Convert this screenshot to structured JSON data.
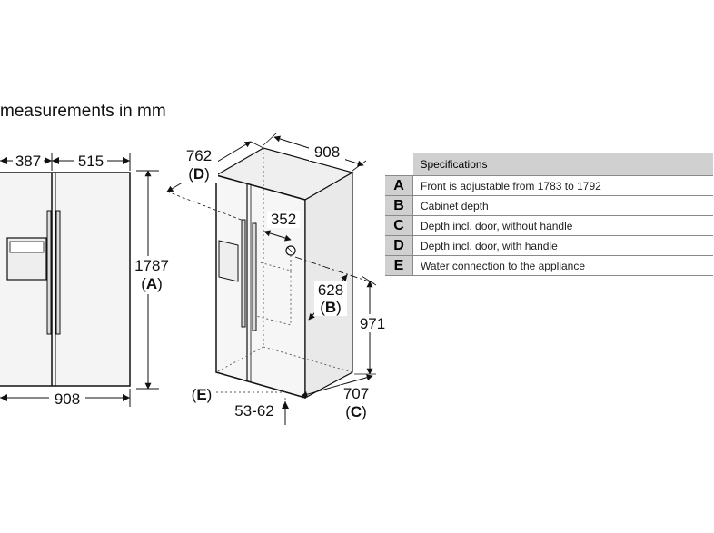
{
  "heading": "measurements in mm",
  "front_view": {
    "left_width": "387",
    "right_width": "515",
    "total_width": "908",
    "height": "1787",
    "height_ref": "(A)",
    "height_ref_open": "(",
    "height_ref_letter": "A",
    "height_ref_close": ")"
  },
  "iso_view": {
    "width": "908",
    "depth_with_handle": "762",
    "depth_with_handle_ref_open": "(",
    "depth_with_handle_ref_letter": "D",
    "depth_with_handle_ref_close": ")",
    "water_offset": "352",
    "cabinet_depth": "628",
    "cabinet_depth_ref_open": "(",
    "cabinet_depth_ref_letter": "B",
    "cabinet_depth_ref_close": ")",
    "side_height": "971",
    "depth_without_handle": "707",
    "depth_without_handle_ref_open": "(",
    "depth_without_handle_ref_letter": "C",
    "depth_without_handle_ref_close": ")",
    "water_ref_open": "(",
    "water_ref_letter": "E",
    "water_ref_close": ")",
    "bottom_offset": "53-62"
  },
  "spec_table": {
    "header": "Specifications",
    "rows": [
      {
        "key": "A",
        "desc": "Front is adjustable from 1783 to 1792"
      },
      {
        "key": "B",
        "desc": "Cabinet depth"
      },
      {
        "key": "C",
        "desc": "Depth incl. door, without handle"
      },
      {
        "key": "D",
        "desc": "Depth incl. door, with handle"
      },
      {
        "key": "E",
        "desc": "Water connection to the appliance"
      }
    ]
  }
}
